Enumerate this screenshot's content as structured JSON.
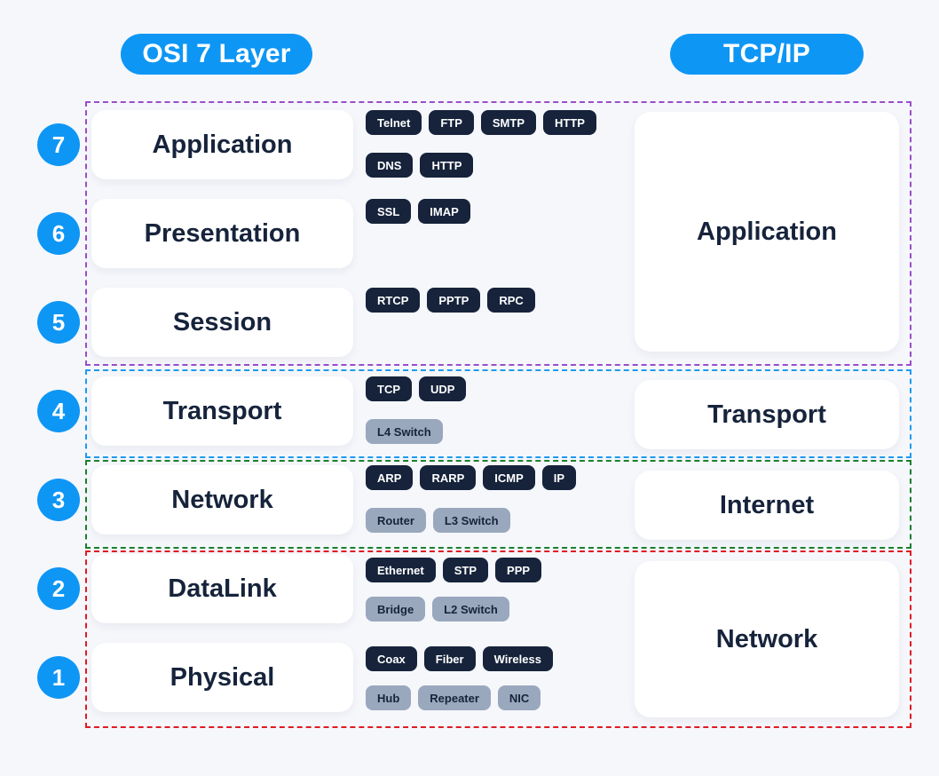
{
  "headers": {
    "left": "OSI 7 Layer",
    "right": "TCP/IP",
    "accent_color": "#0e96f5"
  },
  "groups": [
    {
      "name": "application",
      "color": "#9b4dca"
    },
    {
      "name": "transport",
      "color": "#1e9af0"
    },
    {
      "name": "internet",
      "color": "#1a7f2e"
    },
    {
      "name": "network",
      "color": "#e01b24"
    }
  ],
  "osi_layers": [
    {
      "number": "7",
      "name": "Application",
      "protocols_row1": [
        "Telnet",
        "FTP",
        "SMTP",
        "HTTP"
      ],
      "protocols_row2": [
        "DNS",
        "HTTP"
      ],
      "devices": []
    },
    {
      "number": "6",
      "name": "Presentation",
      "protocols_row1": [
        "SSL",
        "IMAP"
      ],
      "protocols_row2": [],
      "devices": []
    },
    {
      "number": "5",
      "name": "Session",
      "protocols_row1": [
        "RTCP",
        "PPTP",
        "RPC"
      ],
      "protocols_row2": [],
      "devices": []
    },
    {
      "number": "4",
      "name": "Transport",
      "protocols_row1": [
        "TCP",
        "UDP"
      ],
      "protocols_row2": [],
      "devices": [
        "L4 Switch"
      ]
    },
    {
      "number": "3",
      "name": "Network",
      "protocols_row1": [
        "ARP",
        "RARP",
        "ICMP",
        "IP"
      ],
      "protocols_row2": [],
      "devices": [
        "Router",
        "L3 Switch"
      ]
    },
    {
      "number": "2",
      "name": "DataLink",
      "protocols_row1": [
        "Ethernet",
        "STP",
        "PPP"
      ],
      "protocols_row2": [],
      "devices": [
        "Bridge",
        "L2 Switch"
      ]
    },
    {
      "number": "1",
      "name": "Physical",
      "protocols_row1": [
        "Coax",
        "Fiber",
        "Wireless"
      ],
      "protocols_row2": [],
      "devices": [
        "Hub",
        "Repeater",
        "NIC"
      ]
    }
  ],
  "tcpip_layers": [
    {
      "name": "Application"
    },
    {
      "name": "Transport"
    },
    {
      "name": "Internet"
    },
    {
      "name": "Network"
    }
  ],
  "colors": {
    "background": "#f5f7fb",
    "card": "#ffffff",
    "protocol_chip": "#16233b",
    "device_chip": "#9aa8bd",
    "text": "#16233b"
  }
}
